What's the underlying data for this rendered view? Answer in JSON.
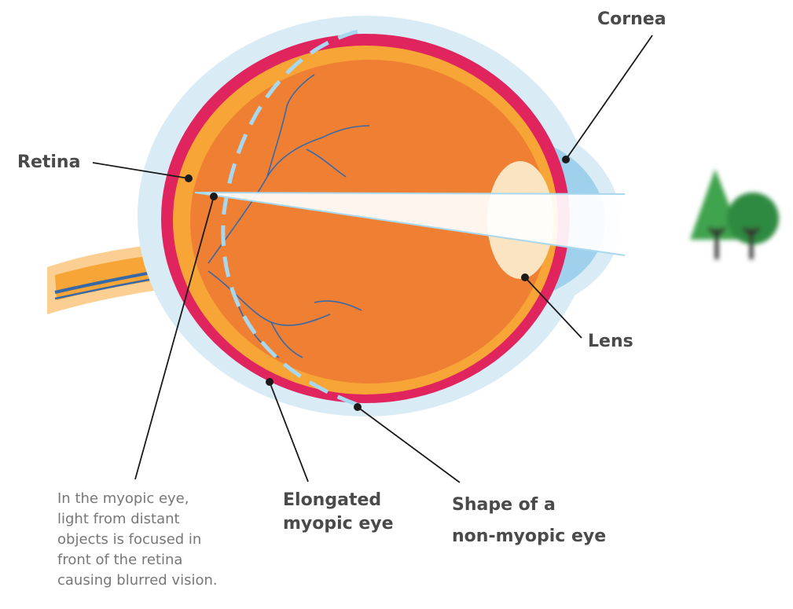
{
  "labels": {
    "cornea": "Cornea",
    "retina": "Retina",
    "lens": "Lens",
    "elongated": [
      "Elongated",
      "myopic eye"
    ],
    "shape": [
      "Shape of a",
      "non-myopic eye"
    ]
  },
  "note": [
    "In the myopic eye,",
    "light from distant",
    "objects is focused in",
    "front of the retina",
    "causing blurred vision."
  ],
  "colors": {
    "outer_halo": "#d9ecf5",
    "sclera": "#e0245e",
    "choroid": "#f7a536",
    "vitreous": "#ef7f33",
    "cornea": "#9fd1ec",
    "lens": "#fbe4c2",
    "vessel": "#3769a8",
    "non_myopic_outline": "#a8d8ee",
    "light": "#ffffff",
    "leader": "#1a1a1a",
    "tree_triangle": "#3fa34d",
    "tree_circle": "#2f8a3f",
    "tree_trunk": "#333333"
  },
  "icons": [
    "tree-icon"
  ]
}
